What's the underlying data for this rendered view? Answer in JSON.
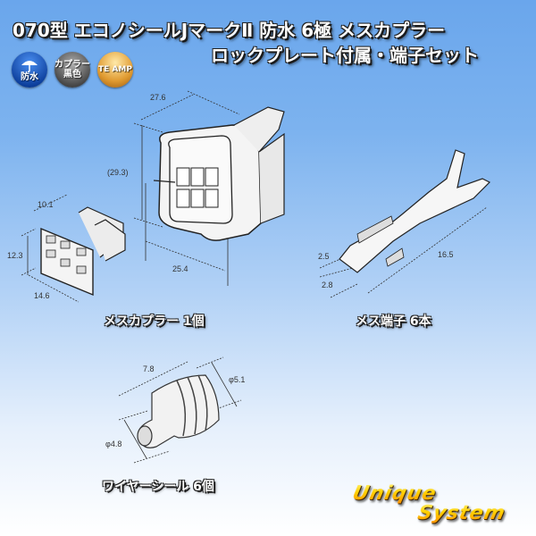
{
  "title": {
    "line1": "070型 エコノシールJマークⅡ 防水 6極 メスカプラー",
    "line2": "ロックプレート付属・端子セット"
  },
  "badges": [
    {
      "id": "waterproof",
      "icon": "umbrella-icon",
      "label": "防水",
      "color": "#1a56b8"
    },
    {
      "id": "coupler-color",
      "label_line1": "カプラー",
      "label_line2": "黒色",
      "color": "#5a5a5a"
    },
    {
      "id": "maker",
      "label": "TE AMP",
      "color": "#d08a20"
    }
  ],
  "coupler": {
    "dimensions": {
      "width_top": "27.6",
      "height": "(29.3)",
      "width_bottom": "25.4"
    },
    "caption": "メスカプラー 1個"
  },
  "lock_plate": {
    "dimensions": {
      "depth": "10.1",
      "height": "12.3",
      "width": "14.6"
    }
  },
  "terminal": {
    "dimensions": {
      "length": "16.5",
      "height": "2.5",
      "width": "2.8"
    },
    "caption": "メス端子 6本"
  },
  "wire_seal": {
    "dimensions": {
      "length": "7.8",
      "outer_diameter": "φ5.1",
      "inner_diameter": "φ4.8"
    },
    "caption": "ワイヤーシール 6個"
  },
  "logo": {
    "line1": "Unique",
    "line2": "System"
  }
}
